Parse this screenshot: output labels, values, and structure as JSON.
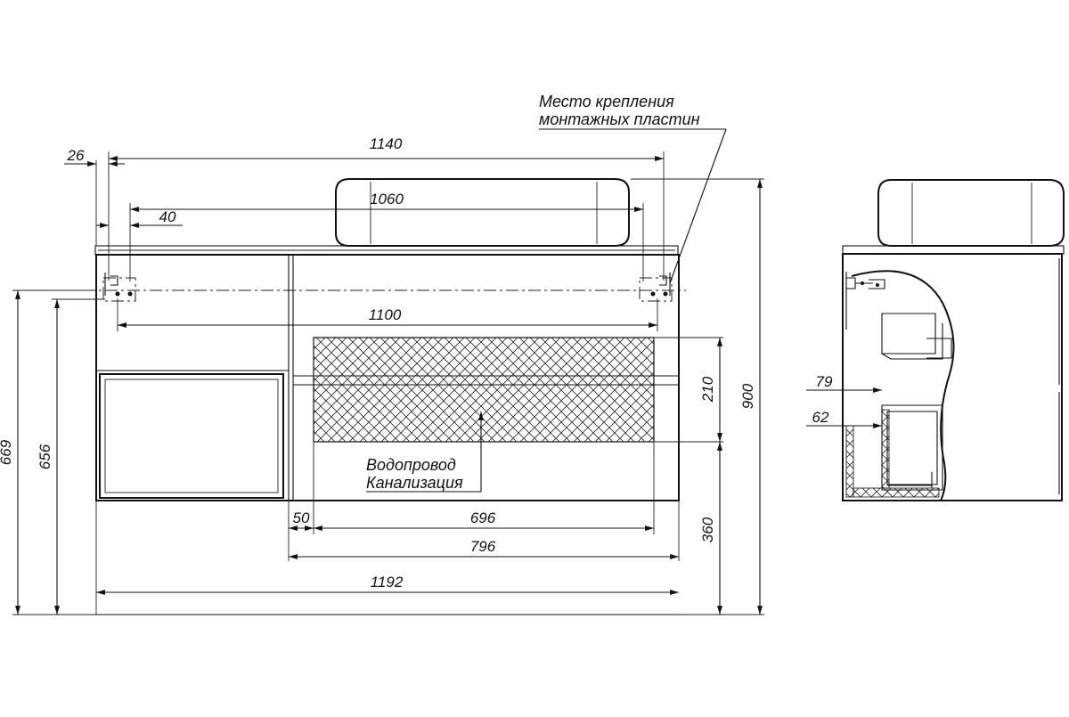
{
  "notes": {
    "mounting_line1": "Место крепления",
    "mounting_line2": "монтажных пластин",
    "water": "Водопровод",
    "sewer": "Канализация"
  },
  "dimensions": {
    "d26": "26",
    "d1140": "1140",
    "d1060": "1060",
    "d40": "40",
    "d1100": "1100",
    "d210": "210",
    "d900": "900",
    "d669": "669",
    "d656": "656",
    "d50": "50",
    "d696": "696",
    "d796": "796",
    "d360": "360",
    "d1192": "1192",
    "d79": "79",
    "d62": "62"
  }
}
